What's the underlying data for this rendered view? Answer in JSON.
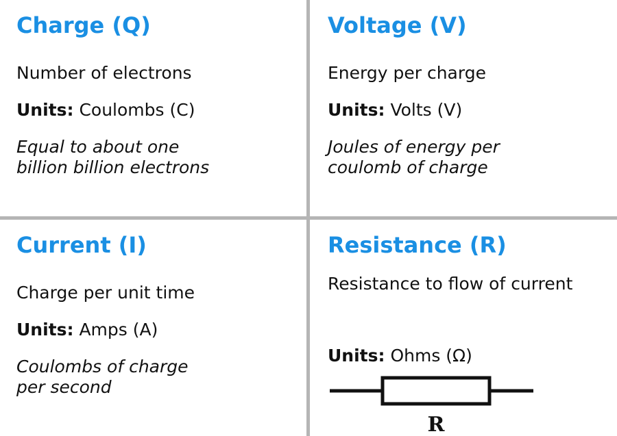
{
  "charge": {
    "title": "Charge (Q)",
    "description": "Number of electrons",
    "units_label": "Units:",
    "units_value": "Coulombs (C)",
    "note_line1": "Equal to about one",
    "note_line2": "billion billion electrons"
  },
  "voltage": {
    "title": "Voltage (V)",
    "description": "Energy per charge",
    "units_label": "Units:",
    "units_value": "Volts (V)",
    "note_line1": "Joules of energy per",
    "note_line2": "coulomb of charge"
  },
  "current": {
    "title": "Current (I)",
    "description": "Charge per unit time",
    "units_label": "Units:",
    "units_value": "Amps (A)",
    "note_line1": "Coulombs of charge",
    "note_line2": "per second"
  },
  "resistance": {
    "title": "Resistance (R)",
    "description": "Resistance to flow of current",
    "units_label": "Units:",
    "units_value": "Ohms (Ω)",
    "symbol_label": "R"
  },
  "colors": {
    "title": "#1a8fe3",
    "divider": "#b5b5b5",
    "text": "#111111"
  },
  "icons": {
    "resistor": "resistor-symbol-icon"
  }
}
